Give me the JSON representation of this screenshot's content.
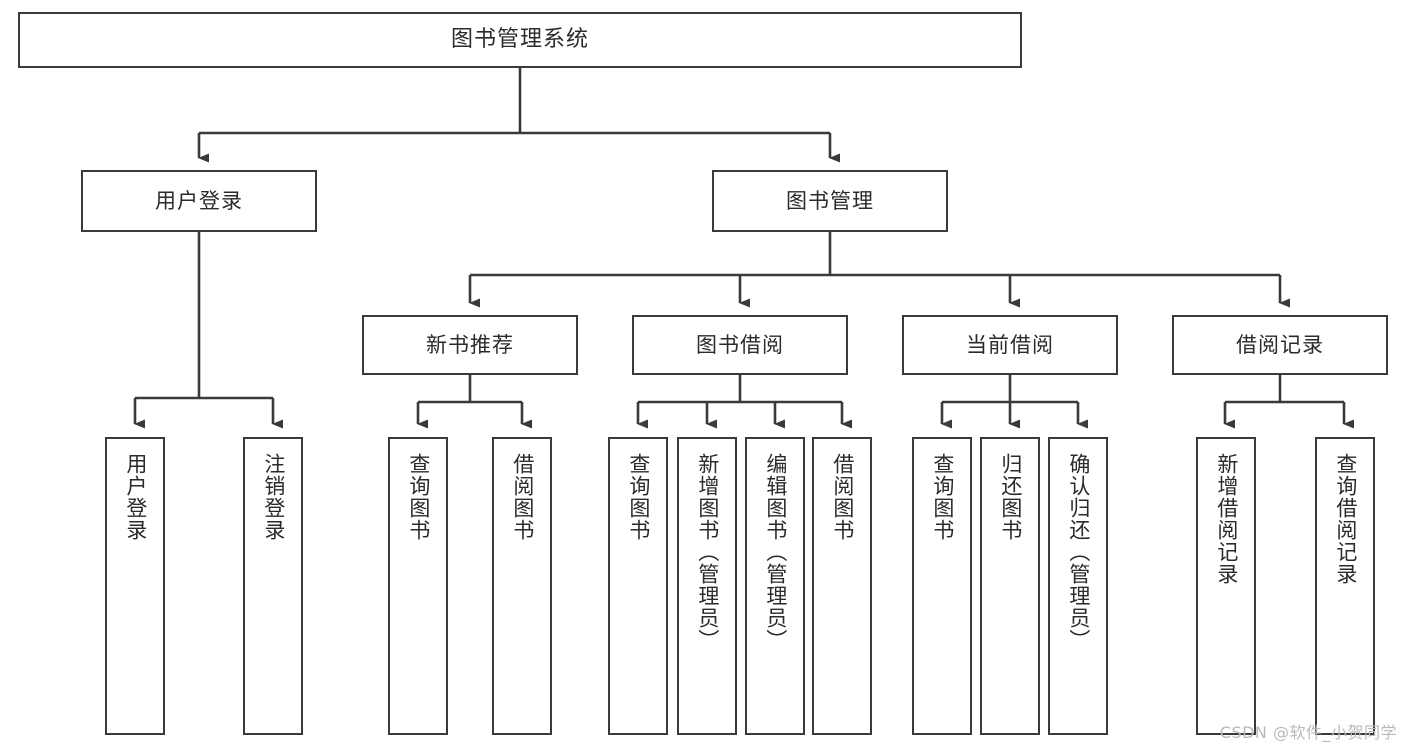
{
  "diagram": {
    "title": "图书管理系统",
    "type": "tree-hierarchy",
    "root": {
      "label": "图书管理系统"
    },
    "level2": [
      {
        "label": "用户登录"
      },
      {
        "label": "图书管理"
      }
    ],
    "level3": [
      {
        "label": "新书推荐"
      },
      {
        "label": "图书借阅"
      },
      {
        "label": "当前借阅"
      },
      {
        "label": "借阅记录"
      }
    ],
    "leaves": {
      "user_login": [
        {
          "label": "用户登录"
        },
        {
          "label": "注销登录"
        }
      ],
      "new_book_recommend": [
        {
          "label": "查询图书"
        },
        {
          "label": "借阅图书"
        }
      ],
      "book_borrow": [
        {
          "label": "查询图书"
        },
        {
          "label": "新增图书（管理员）"
        },
        {
          "label": "编辑图书（管理员）"
        },
        {
          "label": "借阅图书"
        }
      ],
      "current_borrow": [
        {
          "label": "查询图书"
        },
        {
          "label": "归还图书"
        },
        {
          "label": "确认归还（管理员）"
        }
      ],
      "borrow_record": [
        {
          "label": "新增借阅记录"
        },
        {
          "label": "查询借阅记录"
        }
      ]
    }
  },
  "watermark": {
    "text": "CSDN @软件_小贺同学"
  },
  "colors": {
    "stroke": "#3a3a3a",
    "box_fill": "#ffffff",
    "text": "#2b2b2b",
    "watermark": "#b9b9b9"
  }
}
